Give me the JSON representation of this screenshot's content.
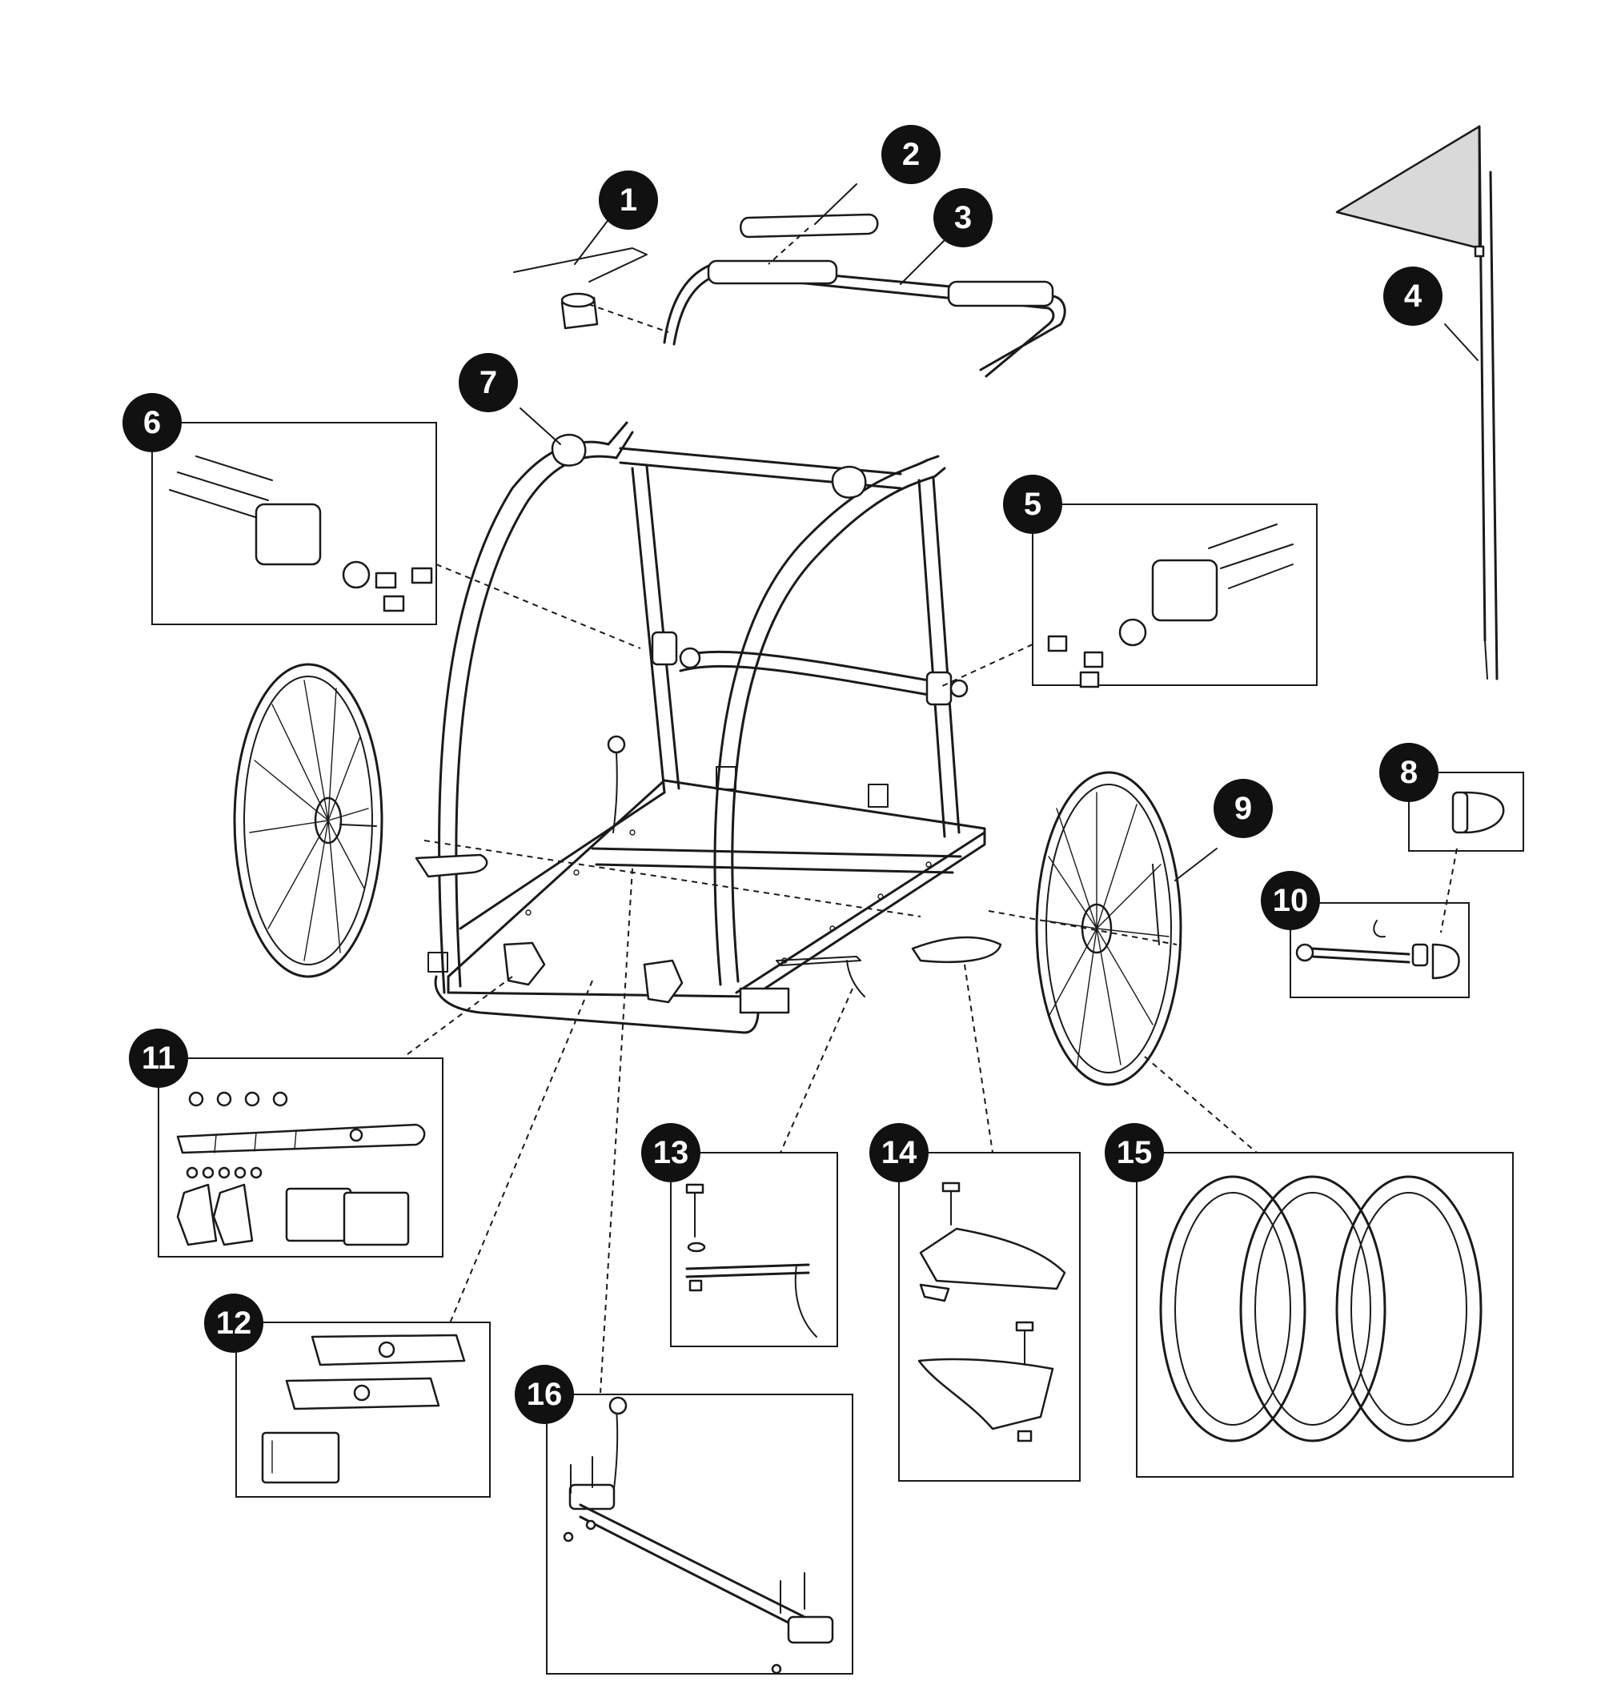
{
  "callouts": [
    {
      "label": "1"
    },
    {
      "label": "2"
    },
    {
      "label": "3"
    },
    {
      "label": "4"
    },
    {
      "label": "5"
    },
    {
      "label": "6"
    },
    {
      "label": "7"
    },
    {
      "label": "8"
    },
    {
      "label": "9"
    },
    {
      "label": "10"
    },
    {
      "label": "11"
    },
    {
      "label": "12"
    },
    {
      "label": "13"
    },
    {
      "label": "14"
    },
    {
      "label": "15"
    },
    {
      "label": "16"
    }
  ],
  "colors": {
    "ink": "#1a1a1a",
    "badge": "#111111",
    "flag": "#d9d9d9"
  }
}
